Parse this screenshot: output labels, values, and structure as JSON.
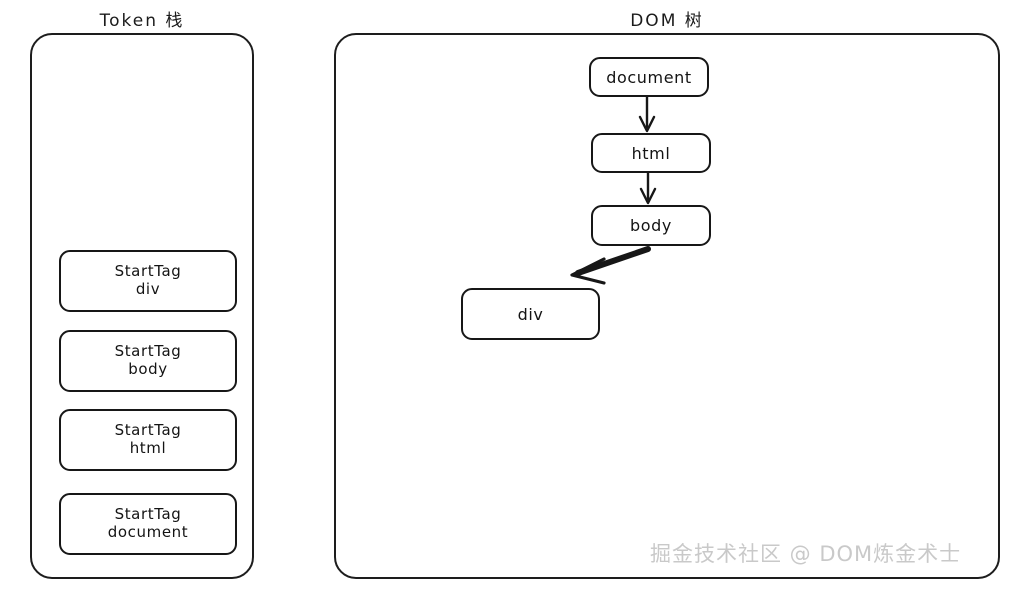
{
  "panels": {
    "token_stack": {
      "title": "Token 栈",
      "items": [
        {
          "type": "StartTag",
          "name": "div"
        },
        {
          "type": "StartTag",
          "name": "body"
        },
        {
          "type": "StartTag",
          "name": "html"
        },
        {
          "type": "StartTag",
          "name": "document"
        }
      ]
    },
    "dom_tree": {
      "title": "DOM 树",
      "nodes": [
        {
          "id": "document",
          "label": "document"
        },
        {
          "id": "html",
          "label": "html"
        },
        {
          "id": "body",
          "label": "body"
        },
        {
          "id": "div",
          "label": "div"
        }
      ],
      "edges": [
        {
          "from": "document",
          "to": "html",
          "style": "thin-vertical"
        },
        {
          "from": "html",
          "to": "body",
          "style": "thin-vertical"
        },
        {
          "from": "body",
          "to": "div",
          "style": "thick-diagonal"
        }
      ]
    }
  },
  "watermark": {
    "text": "掘金技术社区 @ DOM炼金术士"
  },
  "colors": {
    "stroke": "#171717",
    "background": "#ffffff",
    "text": "#141414",
    "watermark": "#c9c9c9"
  }
}
